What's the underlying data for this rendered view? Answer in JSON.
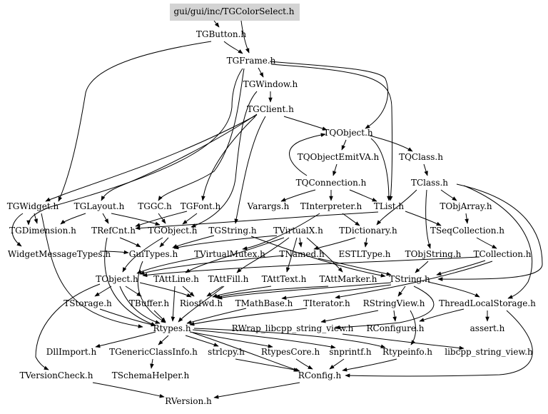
{
  "graph": {
    "root": "gui/gui/inc/TGColorSelect.h",
    "nodes": {
      "root": "gui/gui/inc/TGColorSelect.h",
      "tgbutton": "TGButton.h",
      "tgframe": "TGFrame.h",
      "tgwindow": "TGWindow.h",
      "tgclient": "TGClient.h",
      "tqobject": "TQObject.h",
      "tqobjectemitva": "TQObjectEmitVA.h",
      "tqclass": "TQClass.h",
      "tqconnection": "TQConnection.h",
      "tclass": "TClass.h",
      "tgwidget": "TGWidget.h",
      "tglayout": "TGLayout.h",
      "tggc": "TGGC.h",
      "tgfont": "TGFont.h",
      "varargs": "Varargs.h",
      "tinterpreter": "TInterpreter.h",
      "tlist": "TList.h",
      "tobjarray": "TObjArray.h",
      "tgdimension": "TGDimension.h",
      "trefcnt": "TRefCnt.h",
      "tgobject": "TGObject.h",
      "tgstring": "TGString.h",
      "tvirtualx": "TVirtualX.h",
      "tdictionary": "TDictionary.h",
      "tseqcollection": "TSeqCollection.h",
      "widgetmessagetypes": "WidgetMessageTypes.h",
      "guitypes": "GuiTypes.h",
      "tvirtualmutex": "TVirtualMutex.h",
      "tnamed": "TNamed.h",
      "estltype": "ESTLType.h",
      "tobjstring": "TObjString.h",
      "tcollection": "TCollection.h",
      "tobject": "TObject.h",
      "tattline": "TAttLine.h",
      "tattfill": "TAttFill.h",
      "tatttext": "TAttText.h",
      "tattmarker": "TAttMarker.h",
      "tstring": "TString.h",
      "tstorage": "TStorage.h",
      "tbuffer": "TBuffer.h",
      "riosfwd": "Riosfwd.h",
      "tmathbase": "TMathBase.h",
      "titerator": "TIterator.h",
      "rstringview": "RStringView.h",
      "threadlocalstorage": "ThreadLocalStorage.h",
      "rtypes": "Rtypes.h",
      "rwrap": "RWrap_libcpp_string_view.h",
      "rconfigure": "RConfigure.h",
      "assert": "assert.h",
      "dllimport": "DllImport.h",
      "tgenericclassinfo": "TGenericClassInfo.h",
      "strlcpy": "strlcpy.h",
      "rtypescore": "RtypesCore.h",
      "snprintf": "snprintf.h",
      "rtypeinfo": "Rtypeinfo.h",
      "libcpp": "libcpp_string_view.h",
      "tversioncheck": "TVersionCheck.h",
      "tschemahelper": "TSchemaHelper.h",
      "rconfig": "RConfig.h",
      "rversion": "RVersion.h"
    }
  }
}
